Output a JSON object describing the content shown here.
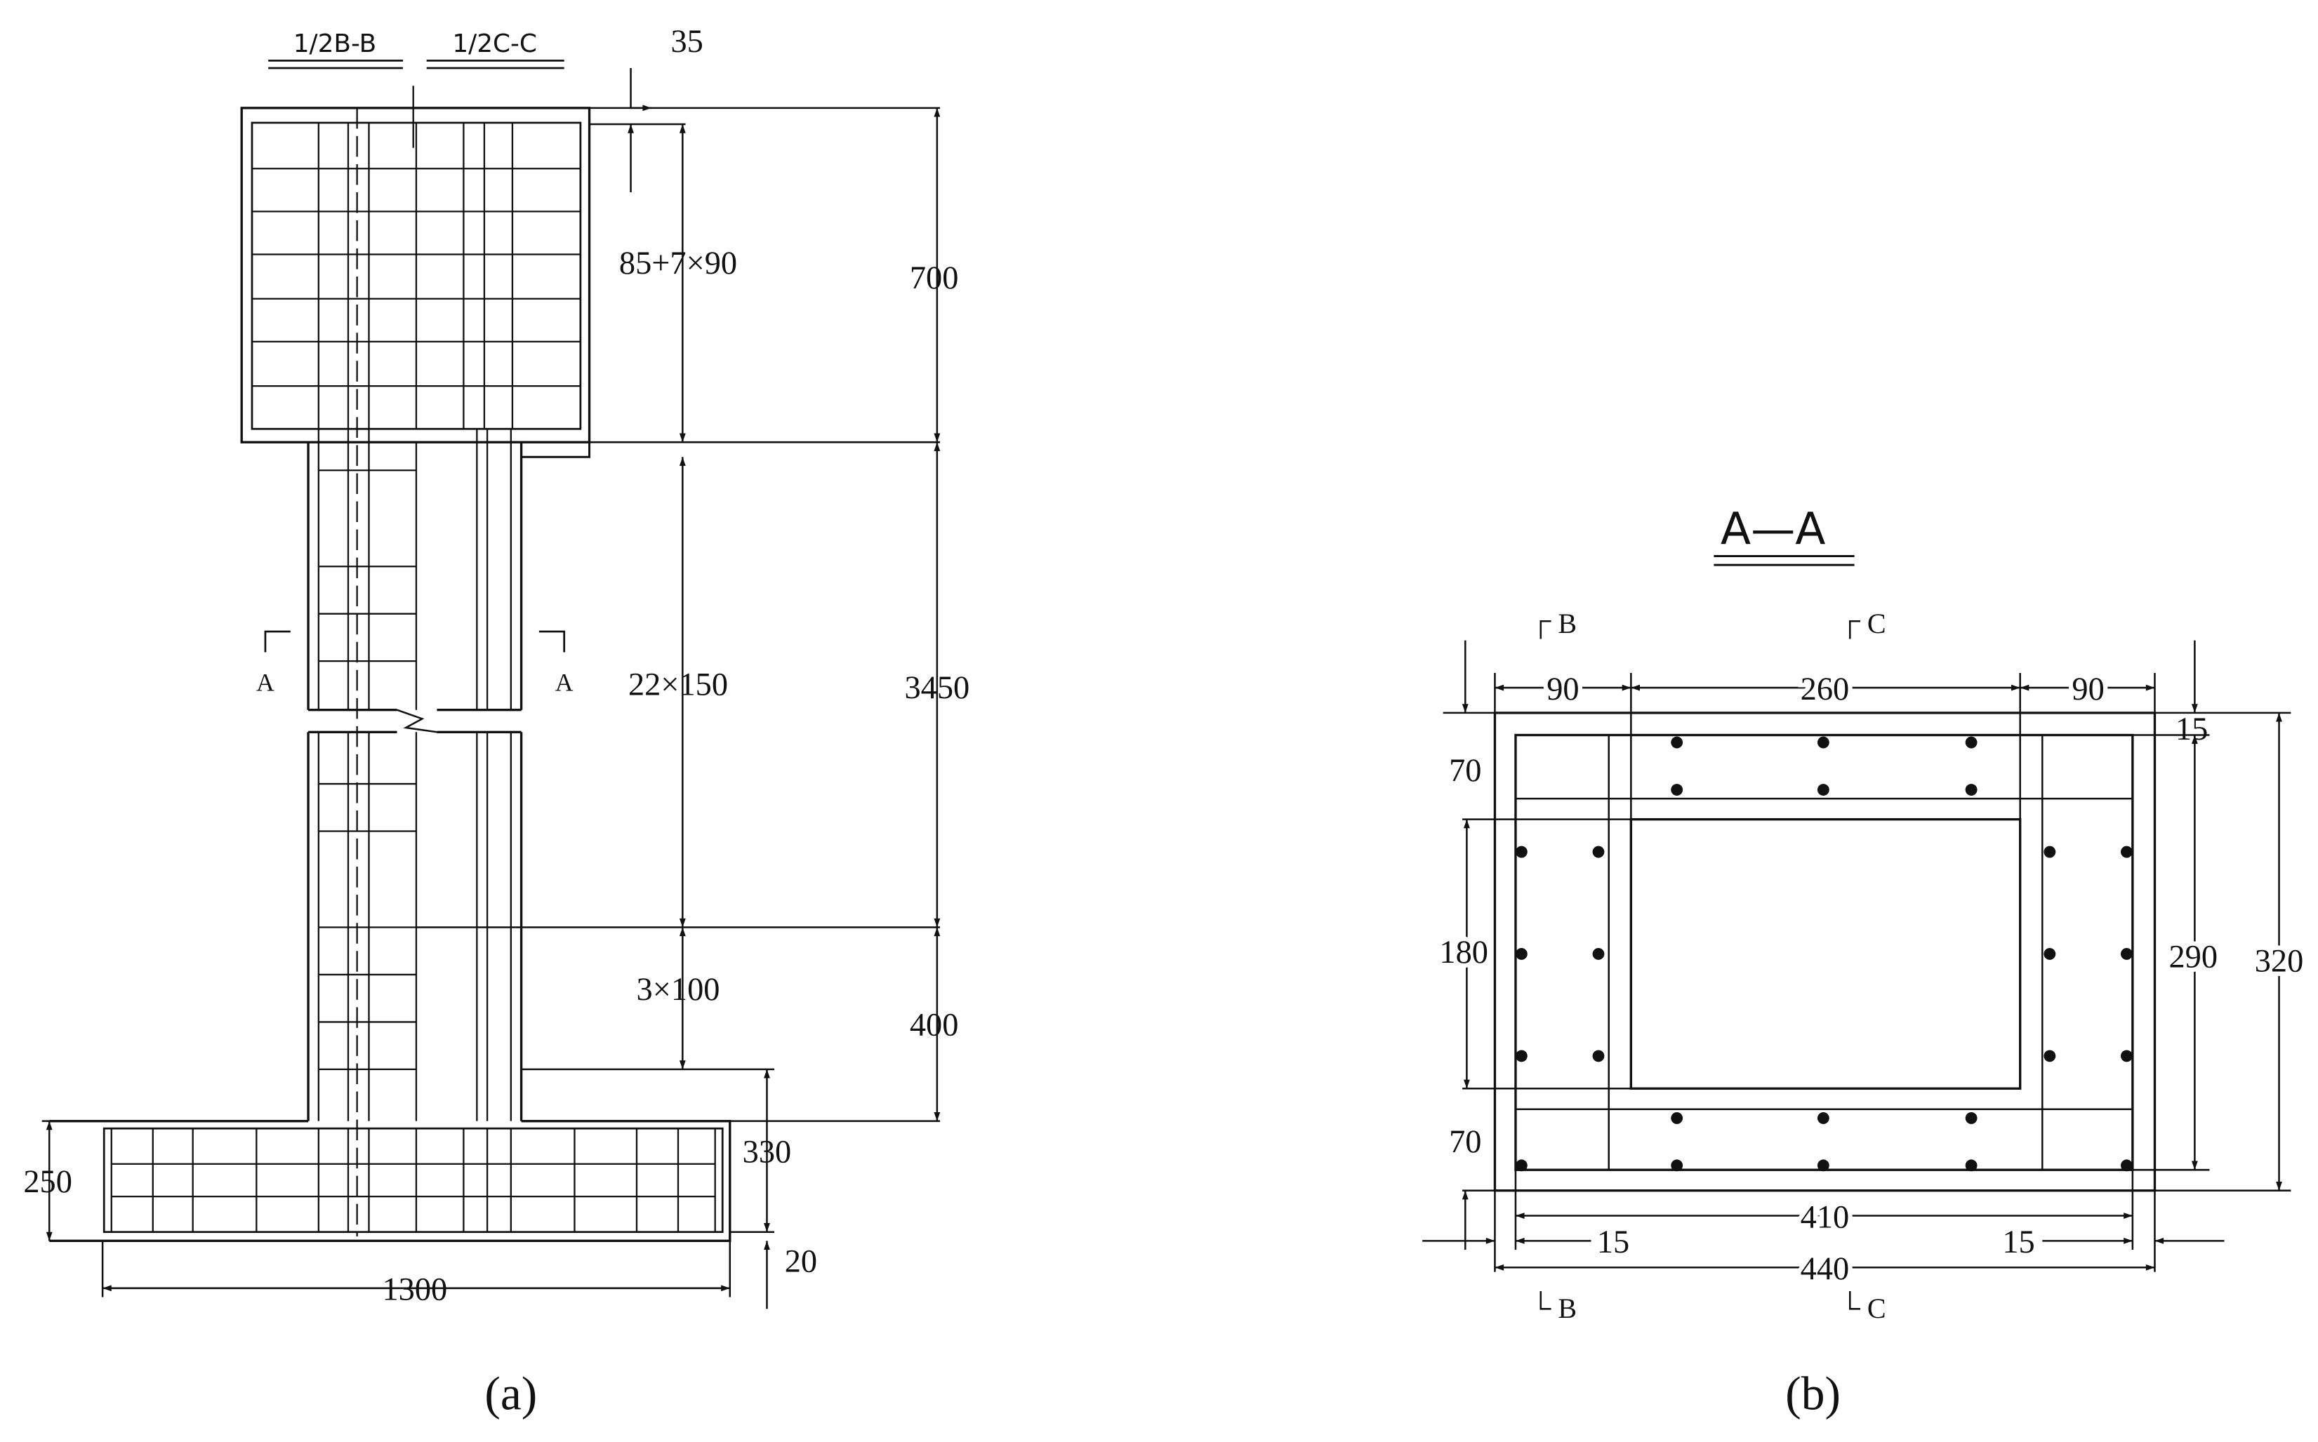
{
  "colors": {
    "ink": "#111111",
    "background": "#ffffff"
  },
  "figure_a": {
    "caption": "(a)",
    "section_labels": {
      "half_b": "1/2B-B",
      "half_c": "1/2C-C",
      "cut_left": "A",
      "cut_right": "A"
    },
    "dimensions": {
      "cover_top": "35",
      "head_spacing": "85+7×90",
      "head_height": "700",
      "column_spacing": "22×150",
      "column_height": "3450",
      "base_spacing": "3×100",
      "base_height": "400",
      "footing_height": "250",
      "footing_offset": "330",
      "footing_cover": "20",
      "footing_width": "1300"
    }
  },
  "figure_b": {
    "caption": "(b)",
    "title": "A—A",
    "section_marks": {
      "b_top": "B",
      "c_top": "C",
      "b_bottom": "B",
      "c_bottom": "C"
    },
    "dimensions": {
      "left_width": "90",
      "middle_width": "260",
      "right_width": "90",
      "top_cover": "15",
      "top_band": "70",
      "void_height": "180",
      "bottom_band": "70",
      "inner_height": "290",
      "outer_height": "320",
      "inner_width": "410",
      "left_cover": "15",
      "right_cover": "15",
      "outer_width": "440"
    }
  }
}
